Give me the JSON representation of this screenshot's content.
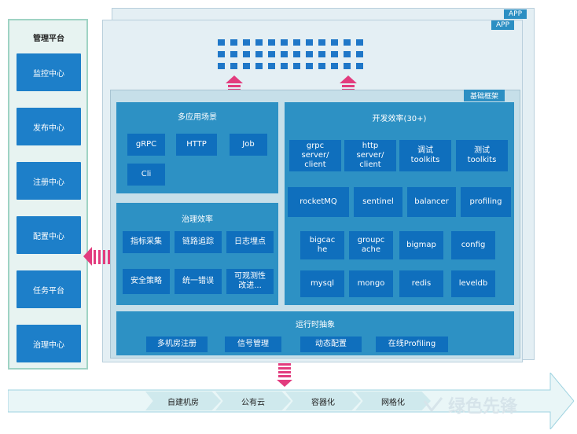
{
  "management": {
    "title": "管理平台",
    "items": [
      "监控中心",
      "发布中心",
      "注册中心",
      "配置中心",
      "任务平台",
      "治理中心"
    ]
  },
  "app_tags": [
    "APP",
    "APP"
  ],
  "base_framework": {
    "tag": "基础框架",
    "multi_scene": {
      "title": "多应用场景",
      "items": [
        "gRPC",
        "HTTP",
        "Job",
        "Cli"
      ]
    },
    "governance": {
      "title": "治理效率",
      "items": [
        "指标采集",
        "链路追踪",
        "日志埋点",
        "安全策略",
        "统一错误",
        "可观测性\n改进..."
      ]
    },
    "dev_efficiency": {
      "title": "开发效率(30+)",
      "items": [
        "grpc\nserver/\nclient",
        "http\nserver/\nclient",
        "调试\ntoolkits",
        "测试\ntoolkits",
        "rocketMQ",
        "sentinel",
        "balancer",
        "profiling",
        "bigcac\nhe",
        "groupc\nache",
        "bigmap",
        "config",
        "mysql",
        "mongo",
        "redis",
        "leveldb"
      ]
    },
    "runtime": {
      "title": "运行时抽象",
      "items": [
        "多机房注册",
        "信号管理",
        "动态配置",
        "在线Profiling"
      ]
    }
  },
  "bottom_stages": [
    "自建机房",
    "公有云",
    "容器化",
    "网格化"
  ],
  "watermark": "绿色先锋",
  "colors": {
    "accent": "#2d91c4",
    "chip": "#0f6fbd",
    "arrow": "#e23c7e",
    "panel_bg": "#e7f3f1"
  }
}
